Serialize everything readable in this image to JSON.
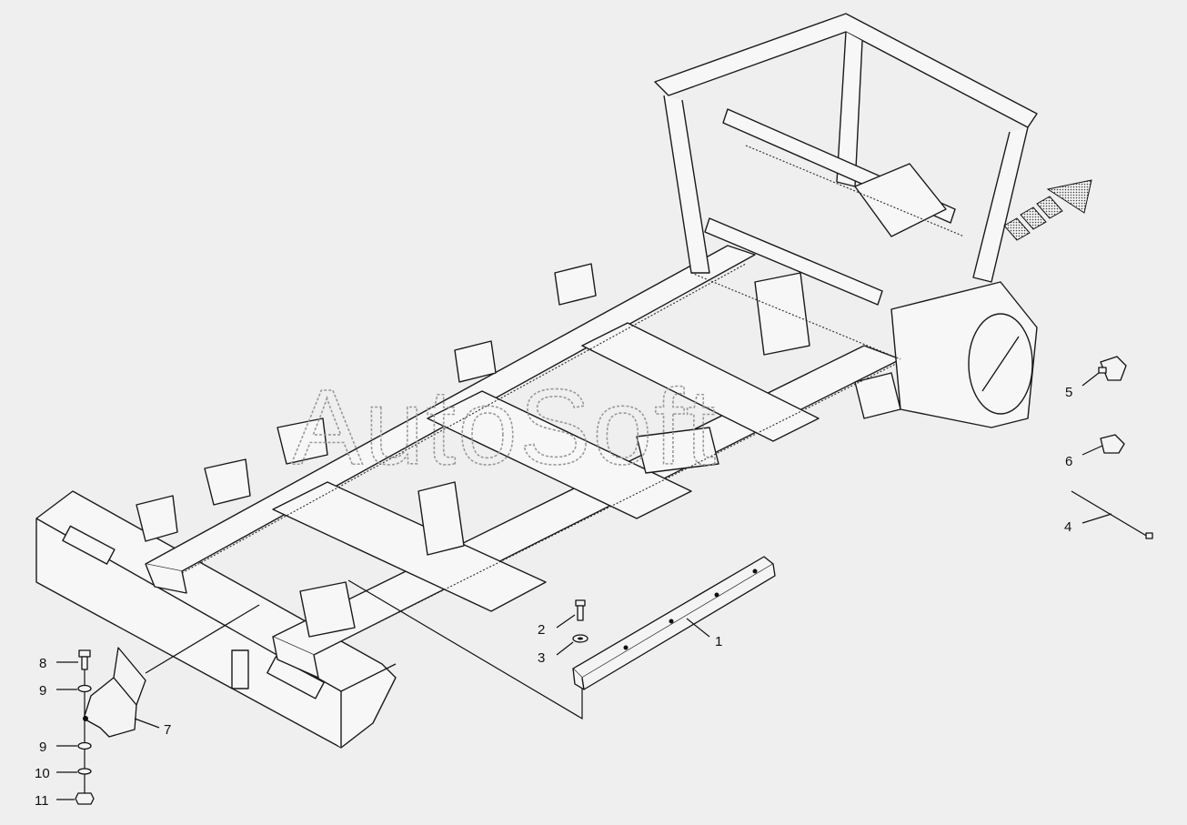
{
  "watermark": "AutoSoft",
  "callouts": [
    {
      "id": "c1",
      "label": "1"
    },
    {
      "id": "c2",
      "label": "2"
    },
    {
      "id": "c3",
      "label": "3"
    },
    {
      "id": "c4",
      "label": "4"
    },
    {
      "id": "c5",
      "label": "5"
    },
    {
      "id": "c6",
      "label": "6"
    },
    {
      "id": "c7",
      "label": "7"
    },
    {
      "id": "c8",
      "label": "8"
    },
    {
      "id": "c9a",
      "label": "9"
    },
    {
      "id": "c9b",
      "label": "9"
    },
    {
      "id": "c10",
      "label": "10"
    },
    {
      "id": "c11",
      "label": "11"
    }
  ],
  "icons": {
    "direction": "forward-arrow-icon"
  },
  "colors": {
    "background": "#efefef",
    "line": "#111111",
    "watermark": "#9a9a9a"
  }
}
